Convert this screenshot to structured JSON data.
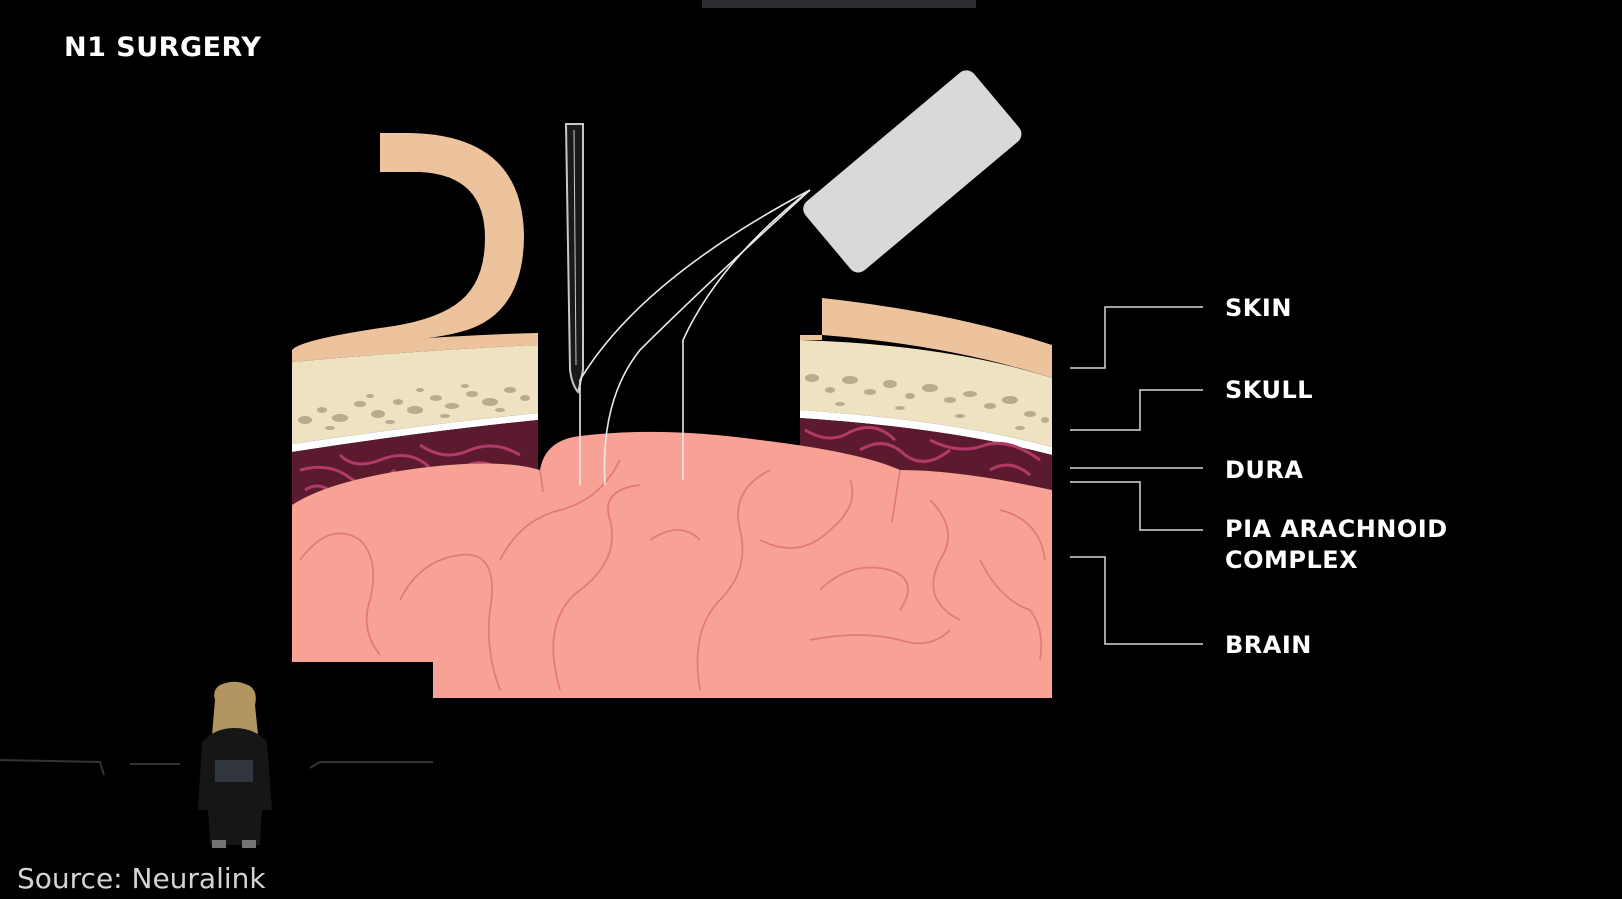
{
  "slide": {
    "title": "N1 SURGERY"
  },
  "labels": {
    "skin": "SKIN",
    "skull": "SKULL",
    "dura": "DURA",
    "pia_line1": "PIA ARACHNOID",
    "pia_line2": "COMPLEX",
    "brain": "BRAIN"
  },
  "source": "Source: Neuralink",
  "colors": {
    "skin": "#ecc39d",
    "skull": "#efe2c0",
    "bone_speckle": "#b9ab8b",
    "dura": "#ffffff",
    "vessel_layer": "#5b1a2e",
    "vessel": "#b33a68",
    "brain": "#f7a295",
    "brain_fold": "#e27b74",
    "tool": "#d9d9d9",
    "needle": "#c8c8c8"
  }
}
